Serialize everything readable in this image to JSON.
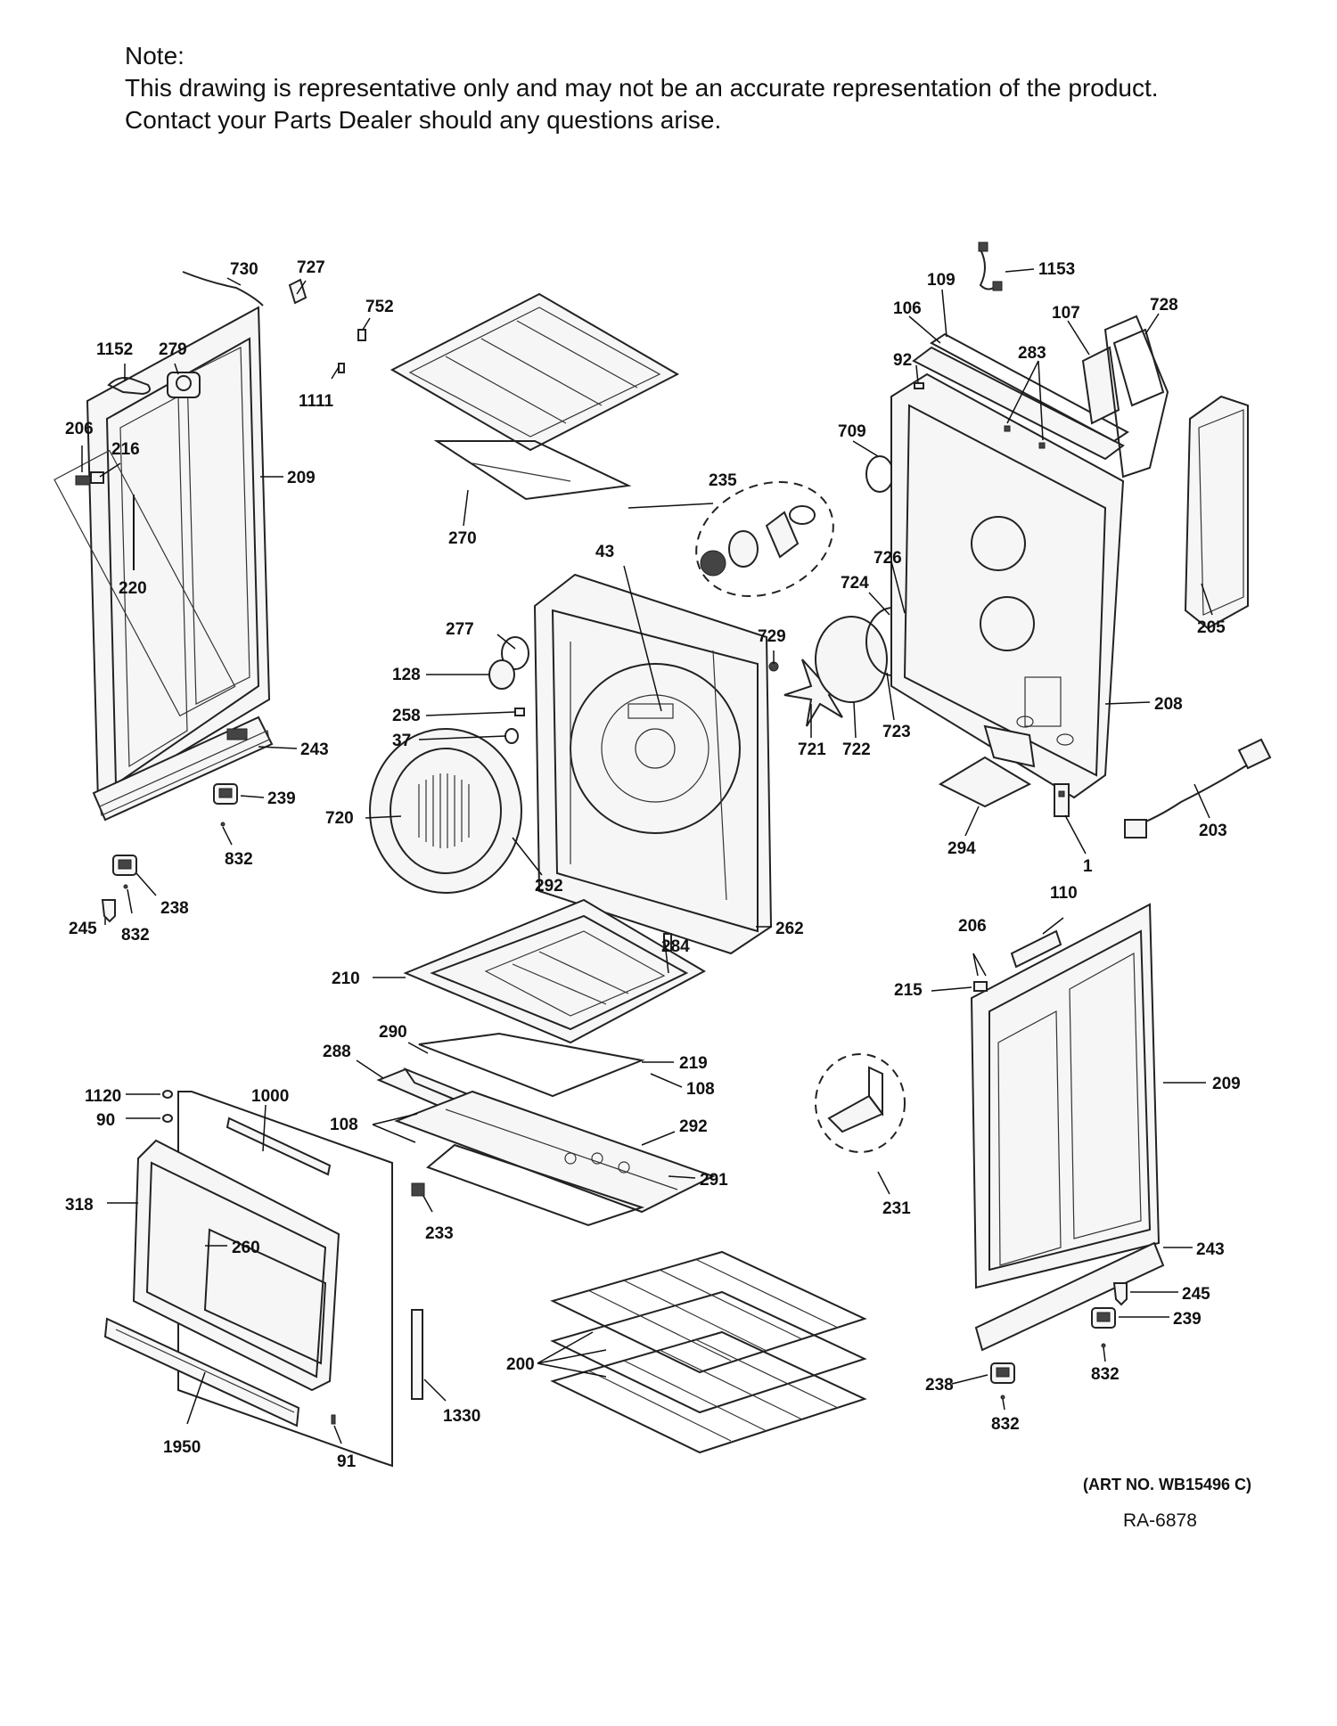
{
  "note": {
    "heading": "Note:",
    "line1": "This drawing is representative only and may not be an accurate representation of the product.",
    "line2": "Contact your Parts Dealer should any questions arise."
  },
  "art_number": "(ART NO. WB15496 C)",
  "drawing_ref": "RA-6878",
  "callouts": [
    "730",
    "727",
    "752",
    "1111",
    "1152",
    "279",
    "206",
    "216",
    "209",
    "220",
    "243",
    "239",
    "832",
    "238",
    "245",
    "832",
    "270",
    "235",
    "43",
    "277",
    "128",
    "258",
    "37",
    "720",
    "292",
    "284",
    "262",
    "729",
    "721",
    "722",
    "723",
    "724",
    "726",
    "709",
    "92",
    "106",
    "109",
    "1153",
    "107",
    "283",
    "728",
    "205",
    "208",
    "294",
    "1",
    "203",
    "210",
    "290",
    "288",
    "219",
    "108",
    "108",
    "292",
    "291",
    "1120",
    "90",
    "1000",
    "318",
    "260",
    "233",
    "1950",
    "91",
    "1330",
    "200",
    "231",
    "110",
    "206",
    "215",
    "209",
    "243",
    "245",
    "239",
    "832",
    "238",
    "832"
  ]
}
